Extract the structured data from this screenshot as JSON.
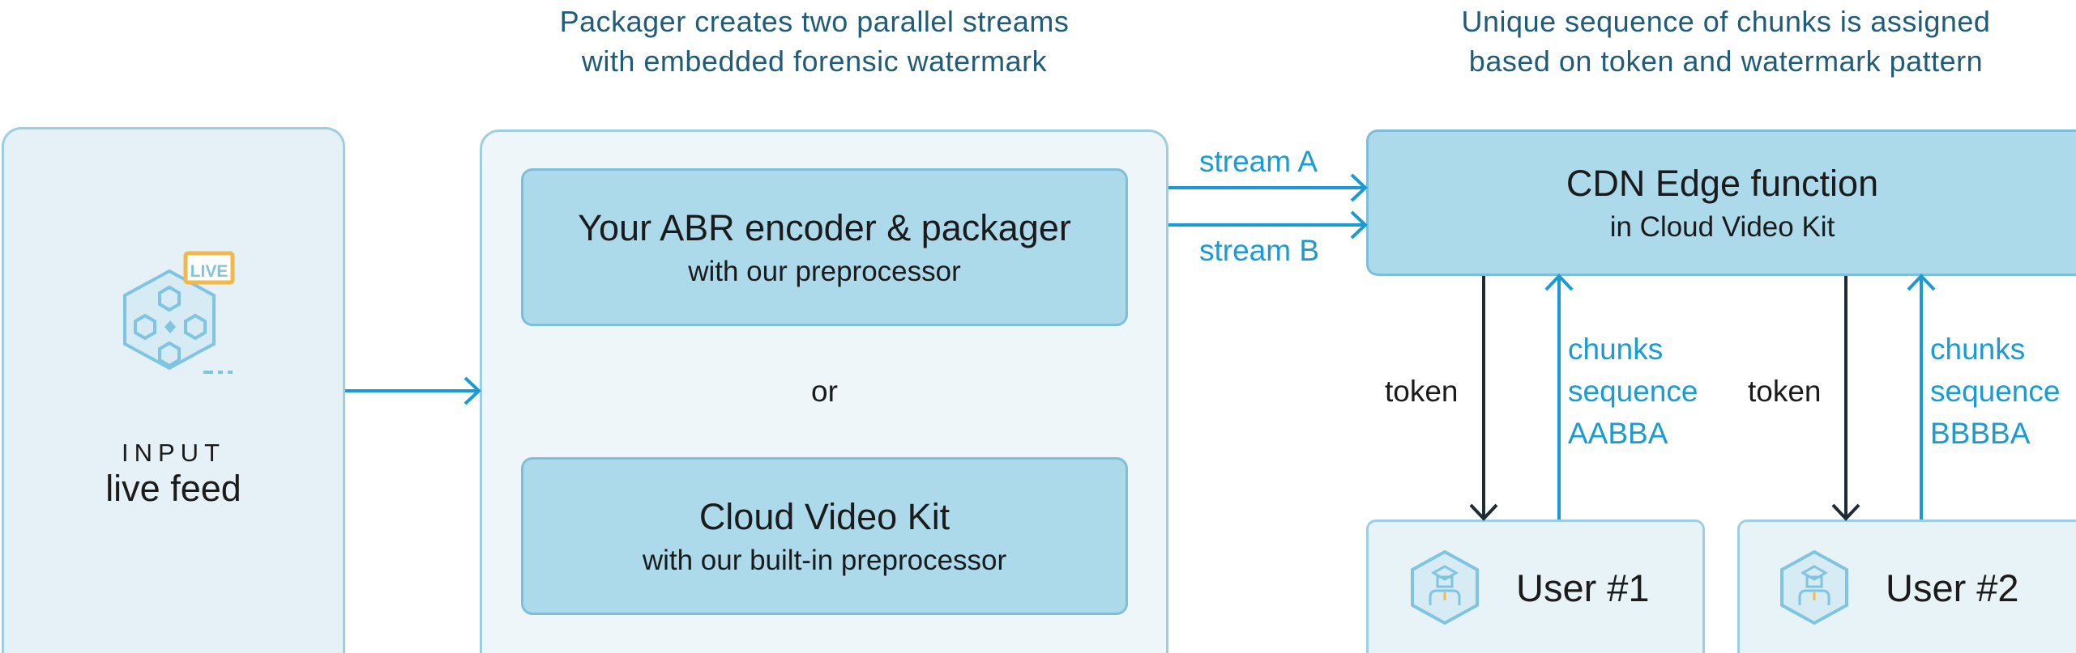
{
  "captions": {
    "packager": [
      "Packager creates two parallel streams",
      "with embedded forensic watermark"
    ],
    "sequence": [
      "Unique sequence of chunks is assigned",
      "based on token and watermark pattern"
    ]
  },
  "input": {
    "badge": "LIVE",
    "label_small": "INPUT",
    "label_big": "live feed"
  },
  "packager_box": {
    "option1_title": "Your ABR encoder & packager",
    "option1_sub": "with our preprocessor",
    "or": "or",
    "option2_title": "Cloud Video Kit",
    "option2_sub": "with our built-in preprocessor"
  },
  "streams": {
    "a": "stream A",
    "b": "stream B"
  },
  "cdn": {
    "title": "CDN Edge function",
    "sub": "in Cloud Video Kit"
  },
  "flows": [
    {
      "token": "token",
      "chunks": [
        "chunks",
        "sequence",
        "AABBA"
      ]
    },
    {
      "token": "token",
      "chunks": [
        "chunks",
        "sequence",
        "BBBBA"
      ]
    }
  ],
  "users": [
    "User #1",
    "User #2"
  ],
  "colors": {
    "accent": "#1a9bd4",
    "dark_arrow": "#1e2b36",
    "caption": "#1f5c7a",
    "box_fill": "#acdaeb",
    "box_border": "#7dbfda"
  }
}
